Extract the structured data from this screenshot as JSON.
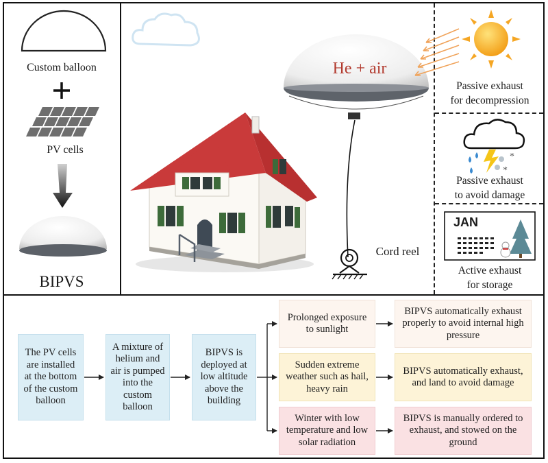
{
  "left_panel": {
    "custom_balloon": "Custom balloon",
    "pv_cells": "PV cells",
    "bipvs": "BIPVS"
  },
  "scene": {
    "balloon_gas": "He + air",
    "cord_reel": "Cord reel"
  },
  "right_panel": {
    "panel1": [
      "Passive exhaust",
      "for decompression"
    ],
    "panel2": [
      "Passive exhaust",
      "to avoid damage"
    ],
    "calendar_month": "JAN",
    "panel3": [
      "Active exhaust",
      "for storage"
    ]
  },
  "flow": {
    "step1": "The PV cells are installed at the bottom of the custom balloon",
    "step2": "A mixture of helium and air is pumped into the custom balloon",
    "step3": "BIPVS is deployed at low altitude above the building",
    "conditions": [
      "Prolonged exposure to sunlight",
      "Sudden extreme weather such as hail, heavy rain",
      "Winter with low temperature and low solar radiation"
    ],
    "actions": [
      "BIPVS automatically exhaust properly to avoid internal high pressure",
      "BIPVS automatically exhaust, and land to avoid damage",
      "BIPVS is manually ordered to exhaust, and stowed on the ground"
    ]
  },
  "colors": {
    "roof": "#c93a3a",
    "blue_box": "#dceef6",
    "cream_box": "#fdf5ef",
    "yellow_box": "#fdf3d7",
    "pink_box": "#fae1e3",
    "sun": "#f5a623",
    "arrow": "#f0a35a"
  }
}
